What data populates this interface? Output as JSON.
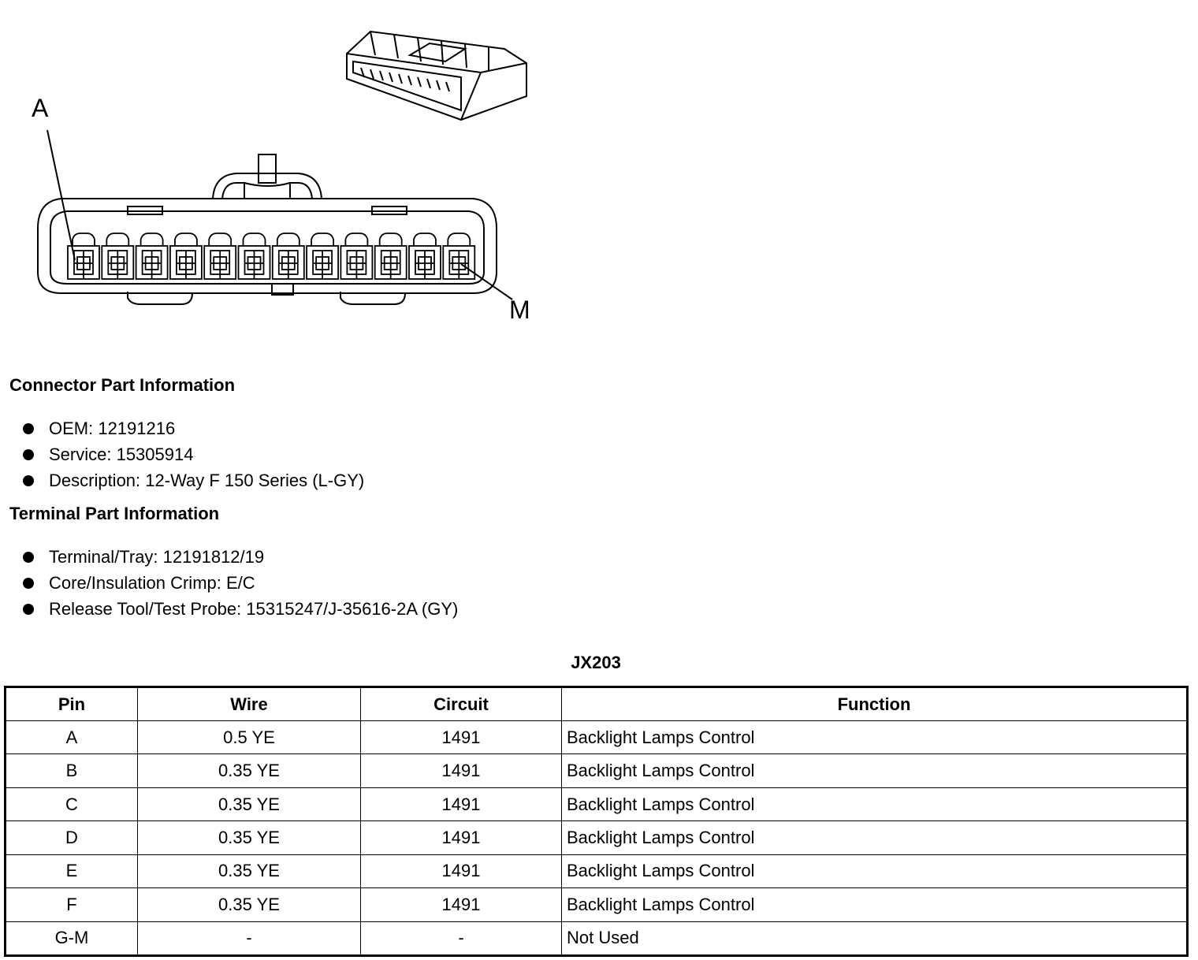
{
  "diagram": {
    "label_a": "A",
    "label_m": "M"
  },
  "connector_info": {
    "heading": "Connector Part Information",
    "items": [
      "OEM: 12191216",
      "Service: 15305914",
      "Description: 12-Way F 150 Series (L-GY)"
    ]
  },
  "terminal_info": {
    "heading": "Terminal Part Information",
    "items": [
      "Terminal/Tray: 12191812/19",
      "Core/Insulation Crimp: E/C",
      "Release Tool/Test Probe: 15315247/J-35616-2A (GY)"
    ]
  },
  "table": {
    "title": "JX203",
    "headers": [
      "Pin",
      "Wire",
      "Circuit",
      "Function"
    ],
    "rows": [
      [
        "A",
        "0.5 YE",
        "1491",
        "Backlight Lamps Control"
      ],
      [
        "B",
        "0.35 YE",
        "1491",
        "Backlight Lamps Control"
      ],
      [
        "C",
        "0.35 YE",
        "1491",
        "Backlight Lamps Control"
      ],
      [
        "D",
        "0.35 YE",
        "1491",
        "Backlight Lamps Control"
      ],
      [
        "E",
        "0.35 YE",
        "1491",
        "Backlight Lamps Control"
      ],
      [
        "F",
        "0.35 YE",
        "1491",
        "Backlight Lamps Control"
      ],
      [
        "G-M",
        "-",
        "-",
        "Not Used"
      ]
    ]
  }
}
